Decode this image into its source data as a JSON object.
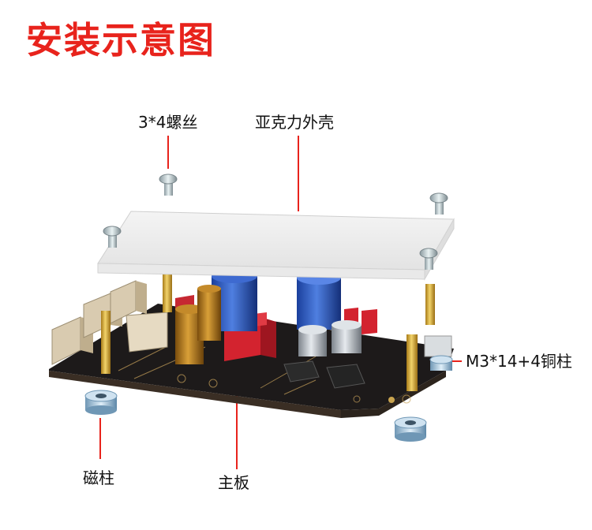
{
  "title": "安装示意图",
  "accent_color": "#e8231c",
  "labels": {
    "screw": "3*4螺丝",
    "acrylic_case": "亚克力外壳",
    "copper_pillar": "M3*14+4铜柱",
    "magnetic_post": "磁柱",
    "main_board": "主板"
  }
}
